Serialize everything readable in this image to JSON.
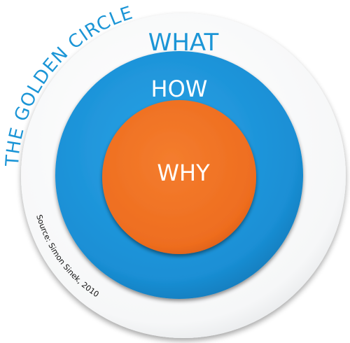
{
  "title": "THE GOLDEN CIRCLE",
  "source": "Source: Simon Sinek, 2010",
  "rings": {
    "outer": {
      "label": "WHAT"
    },
    "middle": {
      "label": "HOW"
    },
    "inner": {
      "label": "WHY"
    }
  },
  "colors": {
    "title": "#1b95d6",
    "outer_label": "#1b95d6",
    "middle_ring": "#1a8fd5",
    "inner_circle": "#f07022",
    "outer_ring": "#ffffff"
  }
}
